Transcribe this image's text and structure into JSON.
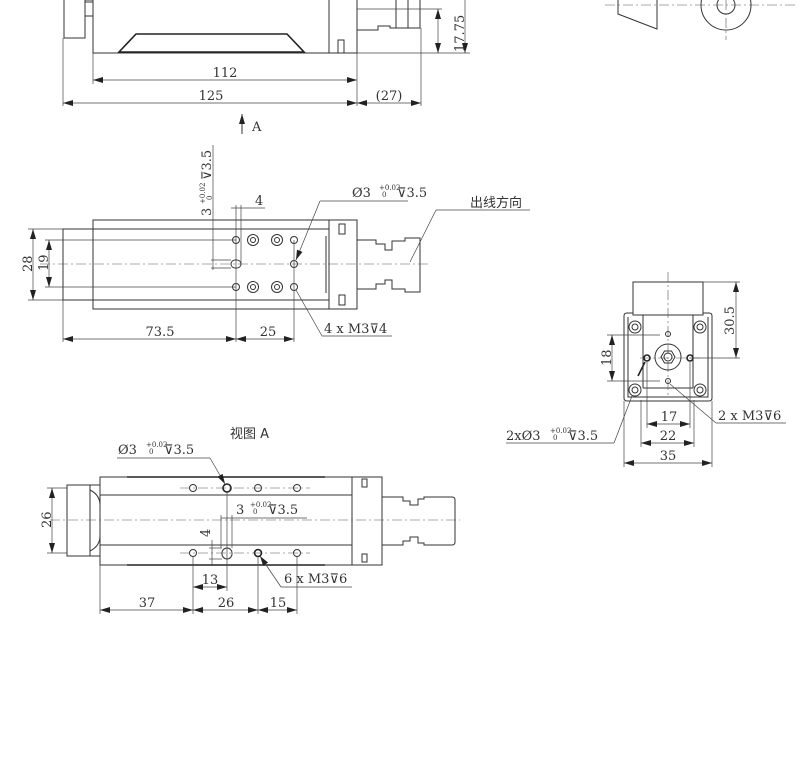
{
  "top_view": {
    "dim_17_75": "17.75",
    "dim_112": "112",
    "dim_125": "125",
    "dim_27": "(27)",
    "view_arrow_label": "A"
  },
  "middle_view": {
    "dim_28": "28",
    "dim_19": "19",
    "dim_73_5": "73.5",
    "dim_25": "25",
    "dim_4": "4",
    "slot_note": {
      "base": "3",
      "tol_upper": "+0.02",
      "tol_lower": "0",
      "depth": "⊽3.5"
    },
    "pin_hole_note": {
      "base": "Ø3",
      "tol_upper": "+0.02",
      "tol_lower": "0",
      "depth": "⊽3.5"
    },
    "thread_note": "4 x M3⊽4",
    "cable_direction": "出线方向"
  },
  "end_view": {
    "dim_30_5": "30.5",
    "dim_18": "18",
    "dim_17": "17",
    "dim_22": "22",
    "dim_35": "35",
    "thread_note": "2 x M3⊽6",
    "pin_hole_note": {
      "base": "2xØ3",
      "tol_upper": "+0.02",
      "tol_lower": "0",
      "depth": "⊽3.5"
    }
  },
  "view_a": {
    "title": "视图 A",
    "pin_hole_note": {
      "base": "Ø3",
      "tol_upper": "+0.02",
      "tol_lower": "0",
      "depth": "⊽3.5"
    },
    "slot_note": {
      "base": "3",
      "tol_upper": "+0.02",
      "tol_lower": "0",
      "depth": "⊽3.5"
    },
    "dim_4": "4",
    "dim_26_height": "26",
    "dim_13": "13",
    "dim_37": "37",
    "dim_26": "26",
    "dim_15": "15",
    "thread_note": "6 x M3⊽6"
  }
}
